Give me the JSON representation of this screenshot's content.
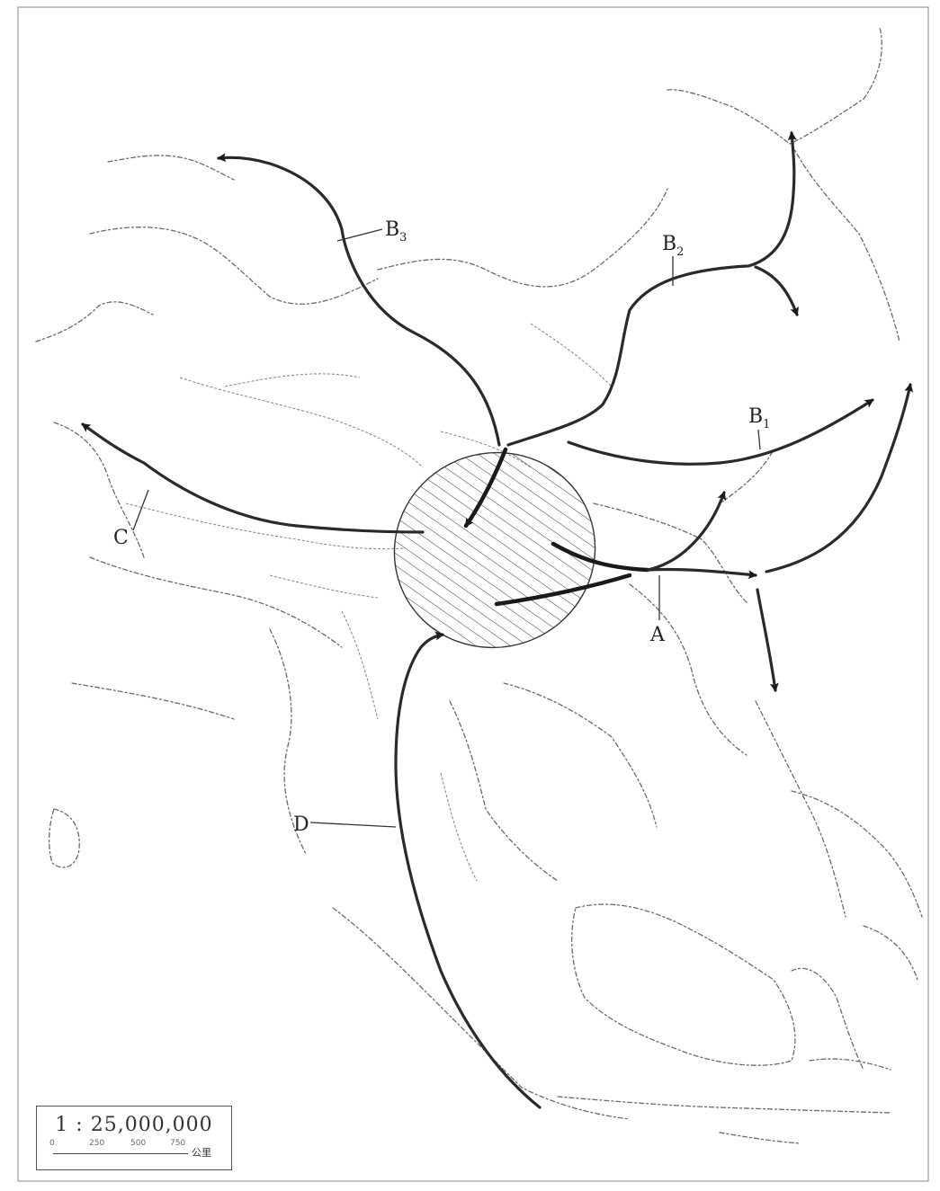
{
  "labels": {
    "b3": "B",
    "b3_sub": "3",
    "b2": "B",
    "b2_sub": "2",
    "b1": "B",
    "b1_sub": "1",
    "a": "A",
    "c": "C",
    "d": "D"
  },
  "scale": {
    "ratio": "1 : 25,000,000",
    "ticks": [
      "0",
      "250",
      "500",
      "750"
    ],
    "unit": "公里"
  },
  "colors": {
    "route": "#2a2a2a",
    "coast": "#6a6a6a",
    "hatch": "#444444"
  }
}
